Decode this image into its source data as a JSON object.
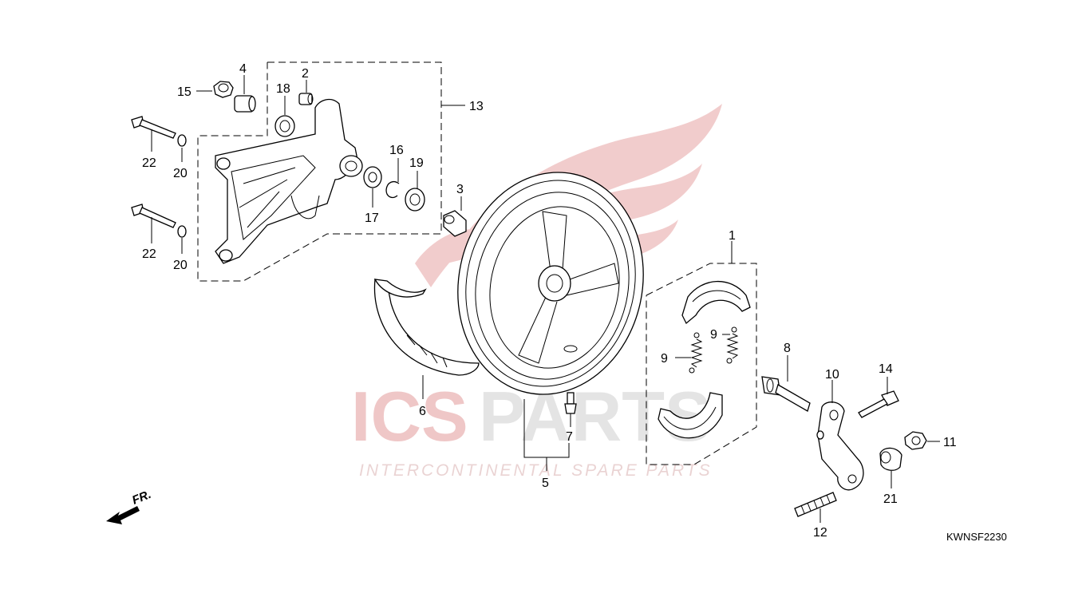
{
  "watermark": {
    "brand_prefix": "ICS",
    "brand_suffix": "PARTS",
    "tagline": "INTERCONTINENTAL SPARE PARTS",
    "colors": {
      "red": "#e8a0a0",
      "grey": "#d6d6d6"
    }
  },
  "diagram_code": "KWNSF2230",
  "direction_label": "FR.",
  "callouts": {
    "c1": "1",
    "c2": "2",
    "c3": "3",
    "c4": "4",
    "c5": "5",
    "c6": "6",
    "c7": "7",
    "c8": "8",
    "c9a": "9",
    "c9b": "9",
    "c10": "10",
    "c11": "11",
    "c12": "12",
    "c13": "13",
    "c14": "14",
    "c15": "15",
    "c16": "16",
    "c17": "17",
    "c18": "18",
    "c19": "19",
    "c20a": "20",
    "c20b": "20",
    "c21": "21",
    "c22a": "22",
    "c22b": "22"
  }
}
